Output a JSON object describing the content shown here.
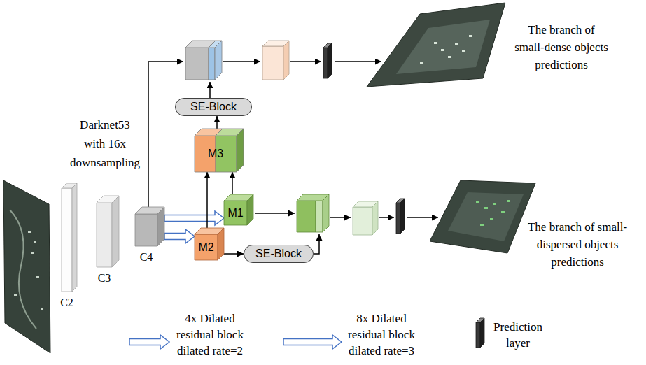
{
  "diagram": {
    "nodes": [
      {
        "text": [
          "C2"
        ]
      },
      {
        "text": [
          "C3"
        ]
      },
      {
        "text": [
          "C4"
        ]
      },
      {
        "text": [
          "M3"
        ]
      },
      {
        "text": [
          "SE-Block"
        ]
      },
      {
        "text": [
          "M1"
        ]
      },
      {
        "text": [
          "M2"
        ]
      },
      {
        "text": [
          "SE-Block"
        ]
      }
    ],
    "edges": [
      {
        "from": 2,
        "to": 5,
        "arrow": "to"
      },
      {
        "from": 2,
        "to": 6,
        "arrow": "to"
      },
      {
        "from": 6,
        "to": 3,
        "arrow": "to"
      },
      {
        "from": 5,
        "to": 3,
        "arrow": "to"
      },
      {
        "from": 3,
        "to": 4,
        "arrow": "to"
      },
      {
        "from": 6,
        "to": 7,
        "arrow": "to"
      }
    ],
    "labels": [
      "Darknet53 with 16x downsampling",
      "The branch of small-dense objects predictions",
      "The branch of small-dispersed objects predictions"
    ],
    "legend": [
      {
        "text": "4x Dilated residual block dilated rate=2"
      },
      {
        "text": "8x Dilated residual block dilated rate=3"
      },
      {
        "text": "Prediction layer"
      }
    ]
  }
}
